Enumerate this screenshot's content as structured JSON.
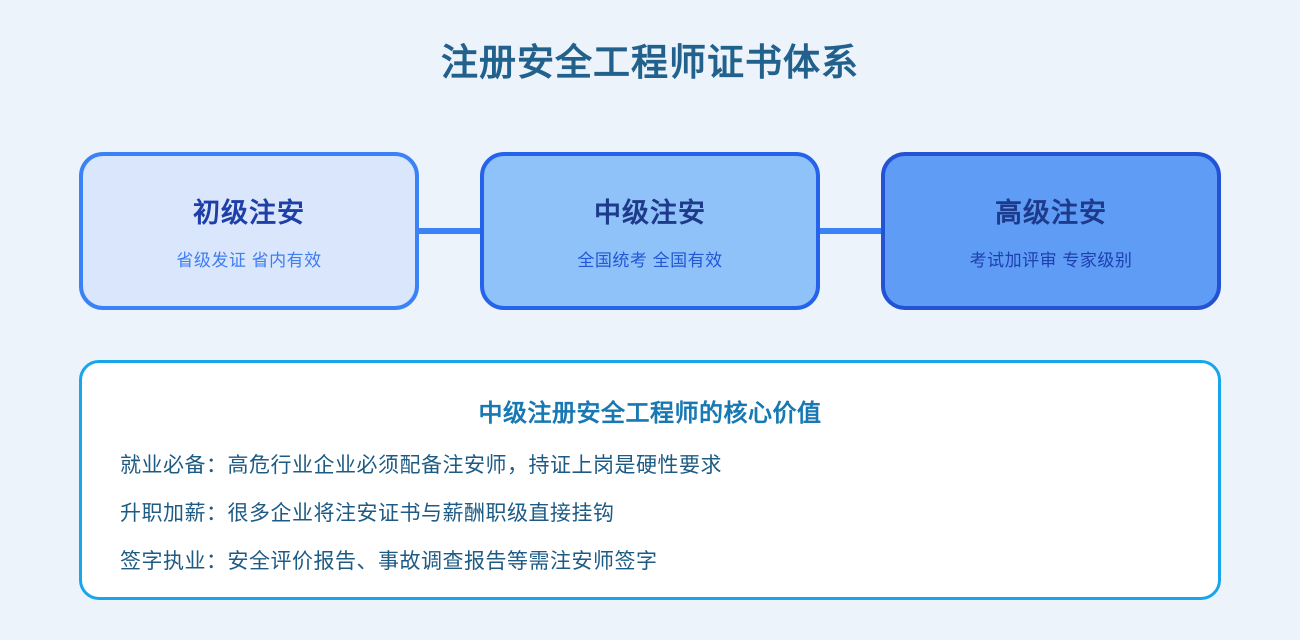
{
  "page": {
    "title": "注册安全工程师证书体系",
    "background_color": "#edf3fb",
    "title_color": "#21618c"
  },
  "levels": [
    {
      "name": "初级注安",
      "desc": "省级发证 省内有效",
      "fill_color": "#d9e6fc",
      "border_color": "#3b82f6",
      "title_color": "#1e3fa8",
      "desc_color": "#3e7ef2"
    },
    {
      "name": "中级注安",
      "desc": "全国统考 全国有效",
      "fill_color": "#90c2fa",
      "border_color": "#2563eb",
      "title_color": "#1e3a8a",
      "desc_color": "#2257d6"
    },
    {
      "name": "高级注安",
      "desc": "考试加评审 专家级别",
      "fill_color": "#5e9cf6",
      "border_color": "#2353d4",
      "title_color": "#1e3a8a",
      "desc_color": "#1e40af"
    }
  ],
  "connector_color": "#3b82f6",
  "value_panel": {
    "title": "中级注册安全工程师的核心价值",
    "border_color": "#18a5e9",
    "title_color": "#1778b3",
    "text_color": "#1d5b84",
    "items": [
      "就业必备：高危行业企业必须配备注安师，持证上岗是硬性要求",
      "升职加薪：很多企业将注安证书与薪酬职级直接挂钩",
      "签字执业：安全评价报告、事故调查报告等需注安师签字"
    ]
  }
}
